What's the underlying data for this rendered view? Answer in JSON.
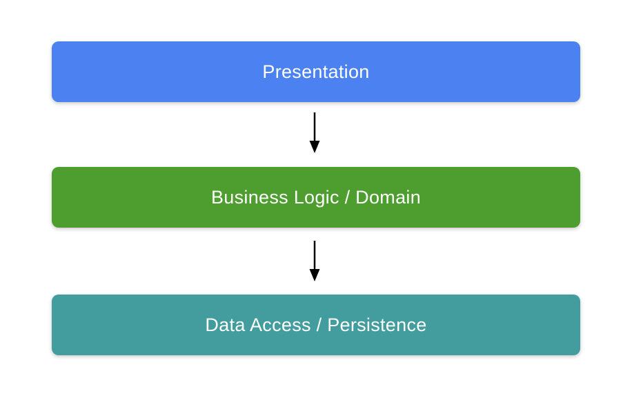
{
  "page": {
    "background": "#ffffff"
  },
  "diagram": {
    "type": "layered-architecture-flow",
    "layers": [
      {
        "id": "presentation",
        "label": "Presentation",
        "color": "#4B81F0"
      },
      {
        "id": "business-logic",
        "label": "Business Logic / Domain",
        "color": "#4E9E2F"
      },
      {
        "id": "data-access",
        "label": "Data Access / Persistence",
        "color": "#439C9E"
      }
    ],
    "arrows": [
      {
        "from": "presentation",
        "to": "business-logic"
      },
      {
        "from": "business-logic",
        "to": "data-access"
      }
    ],
    "text_color": "#ffffff",
    "arrow_color": "#000000"
  }
}
